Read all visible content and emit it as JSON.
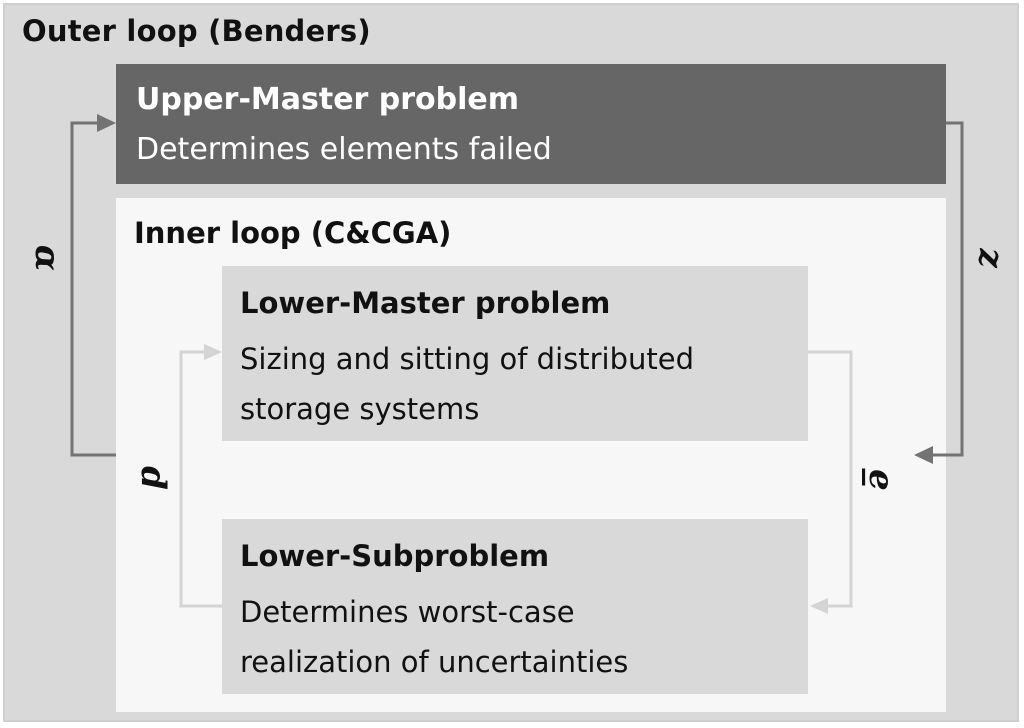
{
  "outer_loop": {
    "title": "Outer loop (Benders)"
  },
  "upper_master": {
    "title": "Upper-Master problem",
    "description": "Determines elements failed"
  },
  "inner_loop": {
    "title": "Inner loop (C&CGA)"
  },
  "lower_master": {
    "title": "Lower-Master problem",
    "description_lines": [
      "Sizing and sitting of distributed",
      "storage systems"
    ]
  },
  "lower_sub": {
    "title": "Lower-Subproblem",
    "description_lines": [
      "Determines worst-case",
      "realization of uncertainties"
    ]
  },
  "arrow_labels": {
    "alpha": "α",
    "z": "z",
    "d": "d",
    "e_bar": "e̲"
  },
  "colors": {
    "outer_background": "#d9d9d9",
    "upper_box": "#666666",
    "inner_background": "#f7f7f7",
    "inner_boxes": "#d9d9d9",
    "outer_arrow": "#737373",
    "inner_arrow": "#d4d4d4"
  }
}
